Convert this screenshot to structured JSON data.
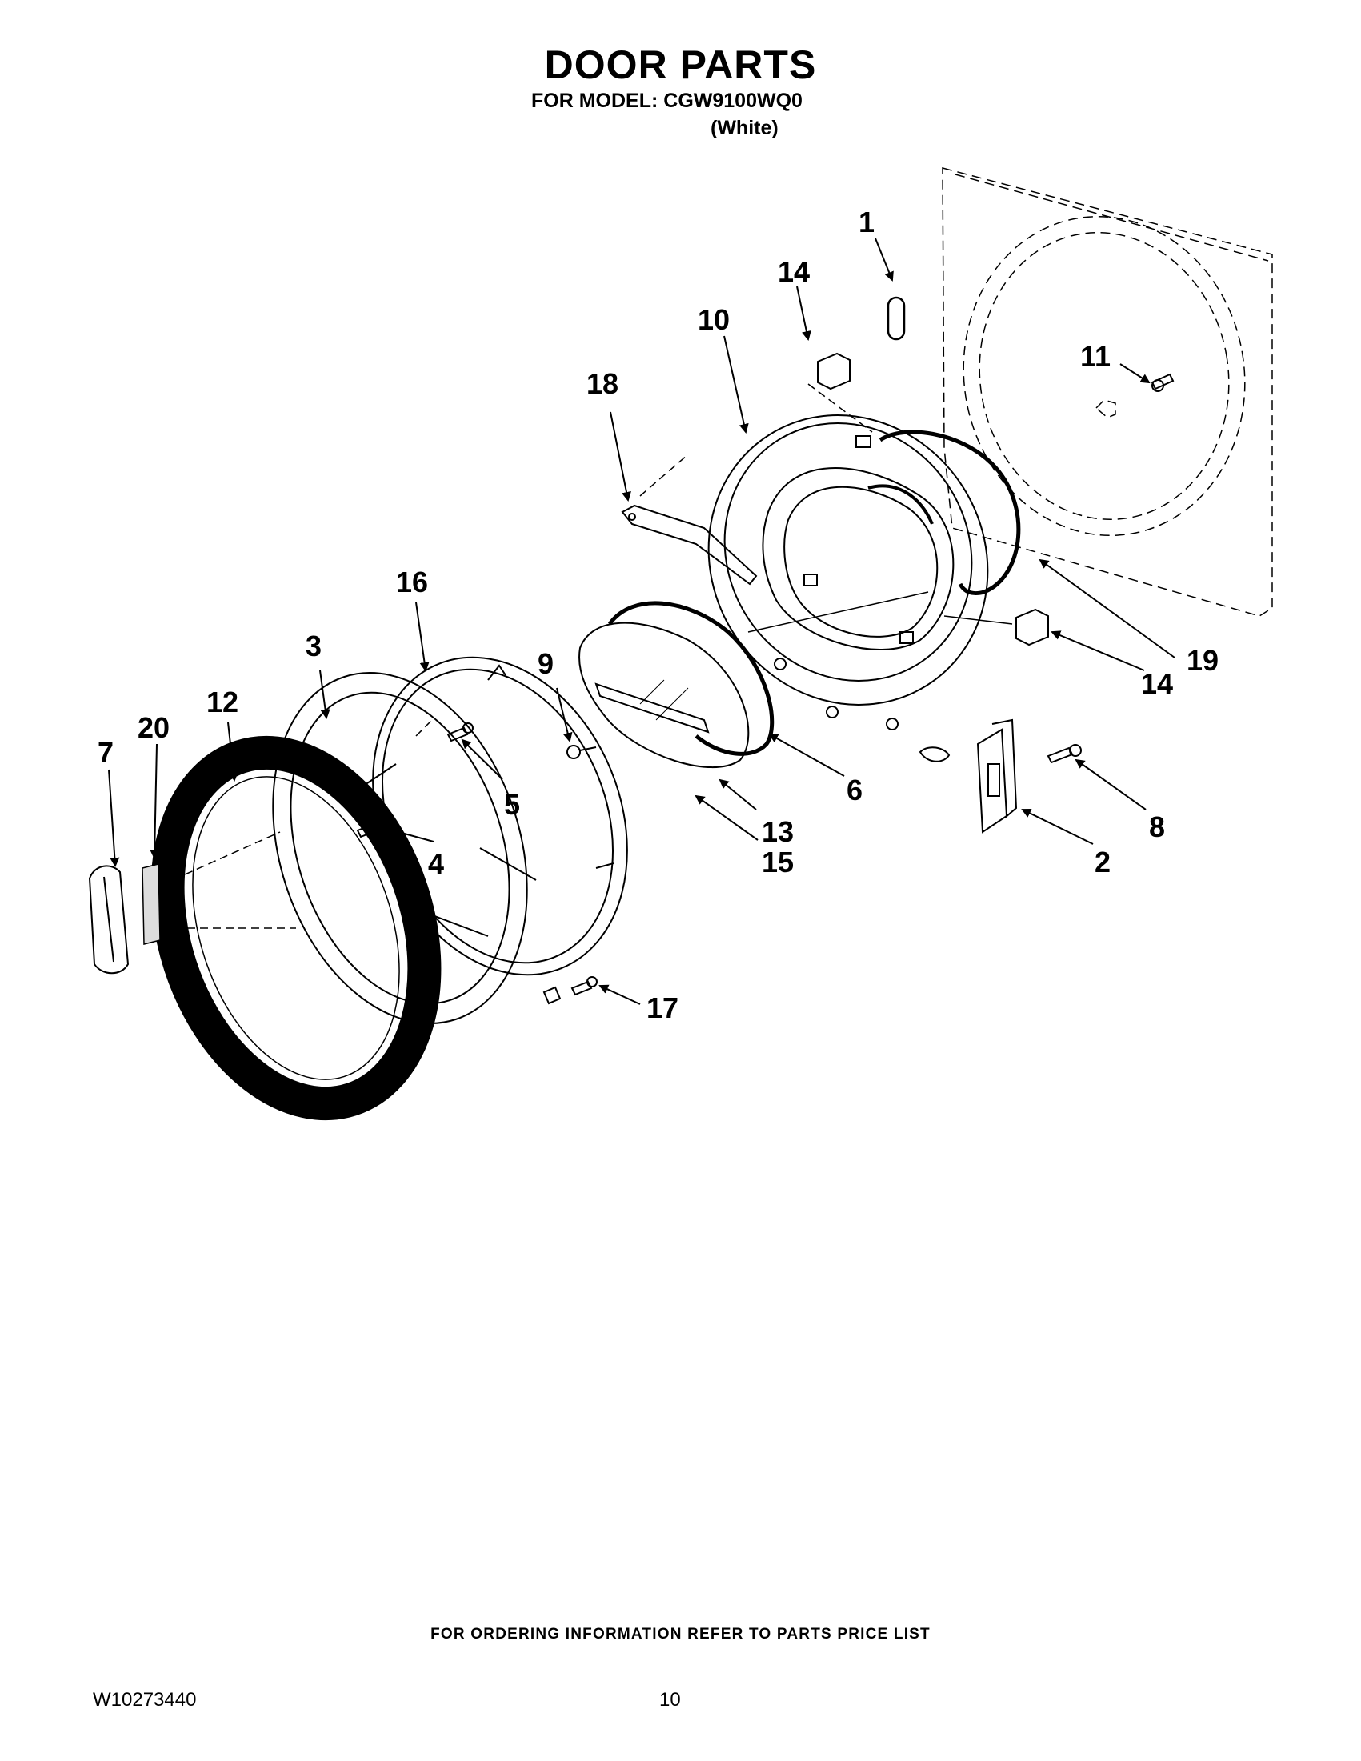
{
  "header": {
    "title": "DOOR PARTS",
    "model_line": "FOR MODEL: CGW9100WQ0",
    "color_line": "(White)"
  },
  "diagram": {
    "callouts": {
      "c1": "1",
      "c2": "2",
      "c3": "3",
      "c4": "4",
      "c5": "5",
      "c6": "6",
      "c7": "7",
      "c8": "8",
      "c9": "9",
      "c10": "10",
      "c11": "11",
      "c12": "12",
      "c13": "13",
      "c14a": "14",
      "c14b": "14",
      "c15": "15",
      "c16": "16",
      "c17": "17",
      "c18": "18",
      "c19": "19",
      "c20": "20"
    }
  },
  "footer": {
    "note": "FOR ORDERING INFORMATION REFER TO PARTS PRICE LIST",
    "doc_number": "W10273440",
    "page_number": "10"
  }
}
